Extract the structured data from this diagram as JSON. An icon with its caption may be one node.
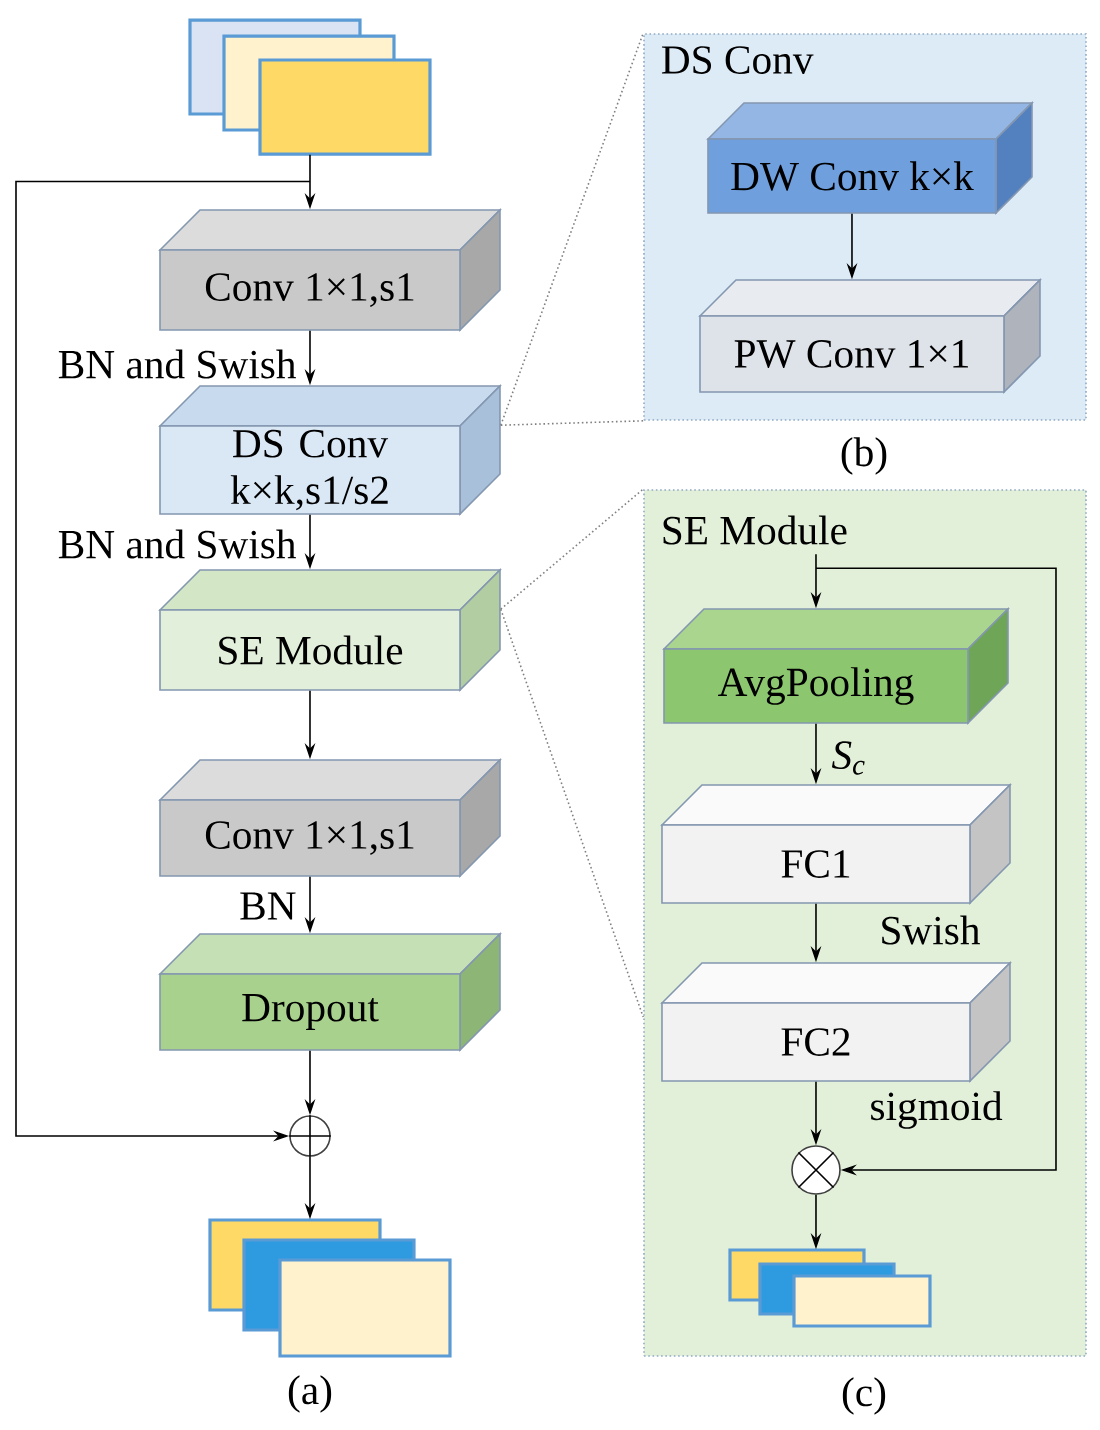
{
  "diagram": {
    "nodes": [
      {
        "text": [],
        "shape": "box"
      },
      {
        "text": [
          "Conv 1×1,s1"
        ]
      },
      {
        "text": [
          "DS Conv k×k,s1/s2"
        ]
      },
      {
        "text": [
          "SE Module"
        ]
      },
      {
        "text": [
          "Conv 1×1,s1"
        ]
      },
      {
        "text": [
          "Dropout"
        ]
      },
      {
        "text": [],
        "shape": "circle"
      },
      {
        "text": [],
        "shape": "box",
        "beside": [
          "(a)"
        ]
      },
      {
        "text": [
          "DS Conv"
        ],
        "beside": [
          "(b)"
        ]
      },
      {
        "text": [
          "DW Conv k×k"
        ],
        "in": 8
      },
      {
        "text": [
          "PW Conv 1×1"
        ],
        "in": 8
      },
      {
        "text": [
          "SE Module"
        ],
        "beside": [
          "(c)"
        ]
      },
      {
        "text": [
          "AvgPooling"
        ],
        "in": 11
      },
      {
        "text": [
          "FC1"
        ],
        "in": 11
      },
      {
        "text": [
          "FC2"
        ],
        "in": 11
      },
      {
        "text": [],
        "shape": "circle",
        "in": 11
      },
      {
        "text": [],
        "shape": "box",
        "in": 11
      }
    ],
    "edges": [
      {
        "from": 0,
        "to": 1,
        "arrow": "to"
      },
      {
        "from": 1,
        "to": 2,
        "arrow": "to",
        "label": "BN and Swish"
      },
      {
        "from": 2,
        "to": 3,
        "arrow": "to",
        "label": "BN and Swish"
      },
      {
        "from": 3,
        "to": 4,
        "arrow": "to"
      },
      {
        "from": 4,
        "to": 5,
        "arrow": "to",
        "label": "BN"
      },
      {
        "from": 5,
        "to": 6,
        "arrow": "to"
      },
      {
        "from": 0,
        "to": 6,
        "arrow": "to"
      },
      {
        "from": 6,
        "to": 7,
        "arrow": "to"
      },
      {
        "from": 9,
        "to": 10,
        "arrow": "to"
      },
      {
        "from": null,
        "to": 12,
        "arrow": "to"
      },
      {
        "from": 12,
        "to": 13,
        "arrow": "to",
        "label": "S$_{c}$"
      },
      {
        "from": 13,
        "to": 14,
        "arrow": "to",
        "label": "Swish"
      },
      {
        "from": 14,
        "to": 15,
        "arrow": "to",
        "label": "sigmoid"
      },
      {
        "from": null,
        "to": 15,
        "arrow": "to"
      },
      {
        "from": 15,
        "to": 16,
        "arrow": "to"
      },
      {
        "from": 2,
        "to": 8,
        "arrow": "none",
        "style": "dashed",
        "color": "#808080"
      },
      {
        "from": 2,
        "to": 8,
        "arrow": "none",
        "style": "dashed",
        "color": "#808080"
      },
      {
        "from": 3,
        "to": 11,
        "arrow": "none",
        "style": "dashed",
        "color": "#808080"
      },
      {
        "from": 3,
        "to": 11,
        "arrow": "none",
        "style": "dashed",
        "color": "#808080"
      }
    ]
  }
}
